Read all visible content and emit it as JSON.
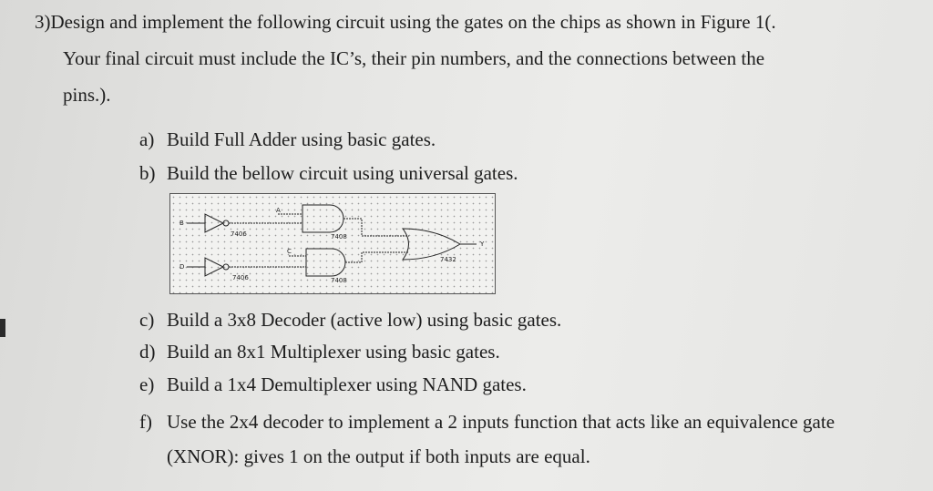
{
  "question": {
    "number": "3)",
    "intro_line1": "Design and implement the following circuit using the gates on the chips as shown in Figure 1(.",
    "intro_line2": "Your final circuit must include the IC’s, their pin numbers, and the connections between the",
    "intro_line3": "pins.)."
  },
  "items": [
    {
      "letter": "a)",
      "text": "Build Full Adder using basic gates."
    },
    {
      "letter": "b)",
      "text": "Build the bellow circuit using universal gates."
    },
    {
      "letter": "c)",
      "text": "Build a 3x8 Decoder (active low) using basic gates."
    },
    {
      "letter": "d)",
      "text": "Build an 8x1 Multiplexer using basic gates."
    },
    {
      "letter": "e)",
      "text": "Build a 1x4 Demultiplexer using NAND gates."
    },
    {
      "letter": "f)",
      "text": "Use the 2x4 decoder to implement a 2 inputs function that acts like an equivalence gate"
    },
    {
      "letter": "",
      "text": "(XNOR): gives 1 on the output if both inputs are equal."
    }
  ],
  "circuit": {
    "inputs": {
      "b": "B",
      "a": "A",
      "c": "C",
      "d": "D"
    },
    "output": "Y",
    "chips": {
      "not_top": "7406",
      "and_top": "7408",
      "or_gate": "7432",
      "not_bottom": "7406",
      "and_bottom": "7408"
    }
  }
}
